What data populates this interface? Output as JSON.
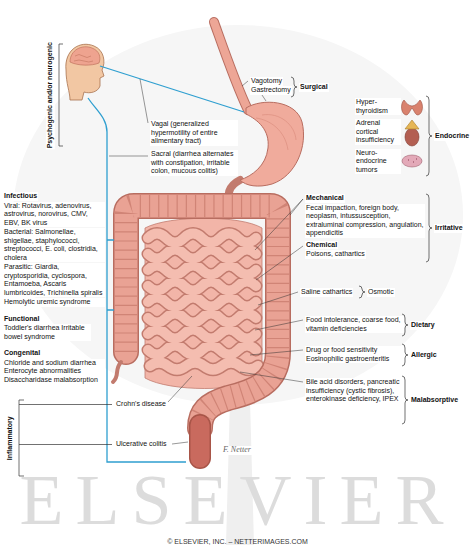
{
  "diagram": {
    "labels": [
      "Psychogenic and/or neurogenic",
      "Vagotomy",
      "Gastrectomy",
      "Surgical",
      "Vagal (generalized hypermotility of entire alimentary tract)",
      "Hyper-thyroidism",
      "Adrenal cortical insufficiency",
      "Neuro-endocrine tumors",
      "Endocrine",
      "Sacral (diarrhea alternates with constipation, irritable colon, mucous colitis)",
      "Infectious",
      "Viral: Rotavirus, adenovirus, astrovirus, norovirus, CMV, EBV, BK virus",
      "Bacterial: Salmonellae, shigellae, staphylococci, streptococci, E. coli, clostridia, cholera",
      "Parasitic: Giardia, cryptosporidia, cyclospora, Entamoeba, Ascaris lumbricoides, Trichinella spiralis",
      "Hemolytic uremic syndrome",
      "Functional",
      "Toddler's diarrhea Irritable bowel syndrome",
      "Congenital",
      "Chloride and sodium diarrhea Enterocyte abnormalities Disaccharidase malabsorption",
      "Mechanical",
      "Fecal impaction, foreign body, neoplasm, intussusception, extraluminal compression, angulation, appendicitis",
      "Chemical",
      "Poisons, cathartics",
      "Irritative",
      "Saline cathartics",
      "Osmotic",
      "Food intolerance, coarse food, vitamin deficiencies",
      "Dietary",
      "Drug or food sensitivity Eosinophilic gastroenteritis",
      "Allergic",
      "Inflammatory",
      "Crohn's disease",
      "Bile acid disorders, pancreatic insufficiency (cystic fibrosis), enterokinase deficiency, IPEX",
      "Malabsorptive",
      "Ulcerative colitis",
      "F. Netter",
      "ELSEVIER",
      "© ELSEVIER, INC. – NETTERIMAGES.COM"
    ]
  }
}
